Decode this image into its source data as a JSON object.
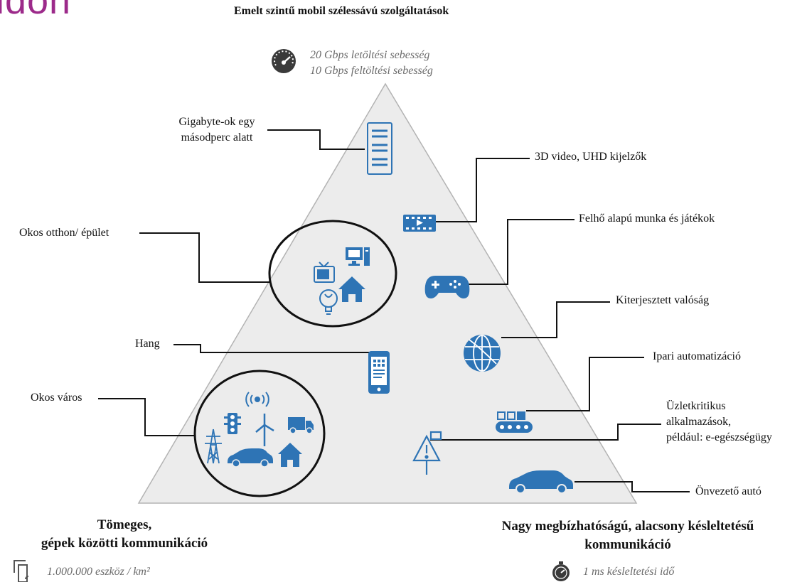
{
  "colors": {
    "brand": "#9c2a8a",
    "icon_blue": "#2e74b5",
    "triangle_fill": "#ececec",
    "triangle_stroke": "#b3b3b3",
    "leader": "#111111"
  },
  "brand_fragment": "idon",
  "top": {
    "title": "Emelt szintű mobil szélessávú szolgáltatások",
    "speed_download": "20 Gbps letöltési sebesség",
    "speed_upload": "10 Gbps feltöltési sebesség",
    "speed_icon": "speedometer-icon"
  },
  "bottom_left": {
    "title_line1": "Tömeges,",
    "title_line2": "gépek közötti kommunikáció",
    "metric": "1.000.000 eszköz / km²",
    "metric_icon": "devices-icon"
  },
  "bottom_right": {
    "title_line1": "Nagy megbízhatóságú, alacsony késleltetésű",
    "title_line2": "kommunikáció",
    "metric": "1 ms késleltetési idő",
    "metric_icon": "stopwatch-icon"
  },
  "labels": {
    "gigabyte_line1": "Gigabyte-ok egy",
    "gigabyte_line2": "másodperc alatt",
    "video_3d": "3D video, UHD kijelzők",
    "cloud_work": "Felhő alapú munka és játékok",
    "smart_home": "Okos otthon/ épület",
    "ar": "Kiterjesztett valóság",
    "voice": "Hang",
    "industrial": "Ipari automatizáció",
    "smart_city": "Okos város",
    "critical_line1": "Üzletkritikus",
    "critical_line2": "alkalmazások,",
    "critical_line3": "például: e-egészségügy",
    "selfdriving": "Önvezető autó"
  }
}
